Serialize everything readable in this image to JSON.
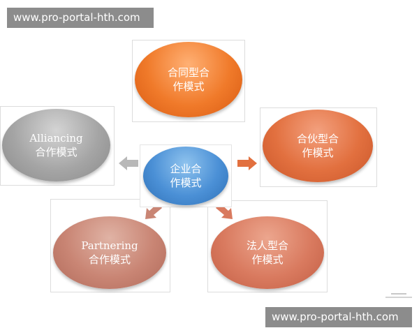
{
  "watermark": {
    "top": "www.pro-portal-hth.com",
    "bottom": "www.pro-portal-hth.com"
  },
  "diagram": {
    "center": {
      "line1": "企业合",
      "line2": "作模式",
      "color": "#4b90d6"
    },
    "top": {
      "line1": "合同型合",
      "line2": "作模式",
      "color": "#f07a2a"
    },
    "right": {
      "line1": "合伙型合",
      "line2": "作模式",
      "color": "#e2703f"
    },
    "left": {
      "line1": "Alliancing",
      "line2": "合作模式",
      "color": "#a5a5a5"
    },
    "bottom_left": {
      "line1": "Partnering",
      "line2": "合作模式",
      "color": "#c98574"
    },
    "bottom_right": {
      "line1": "法人型合",
      "line2": "作模式",
      "color": "#d97a5f"
    }
  }
}
